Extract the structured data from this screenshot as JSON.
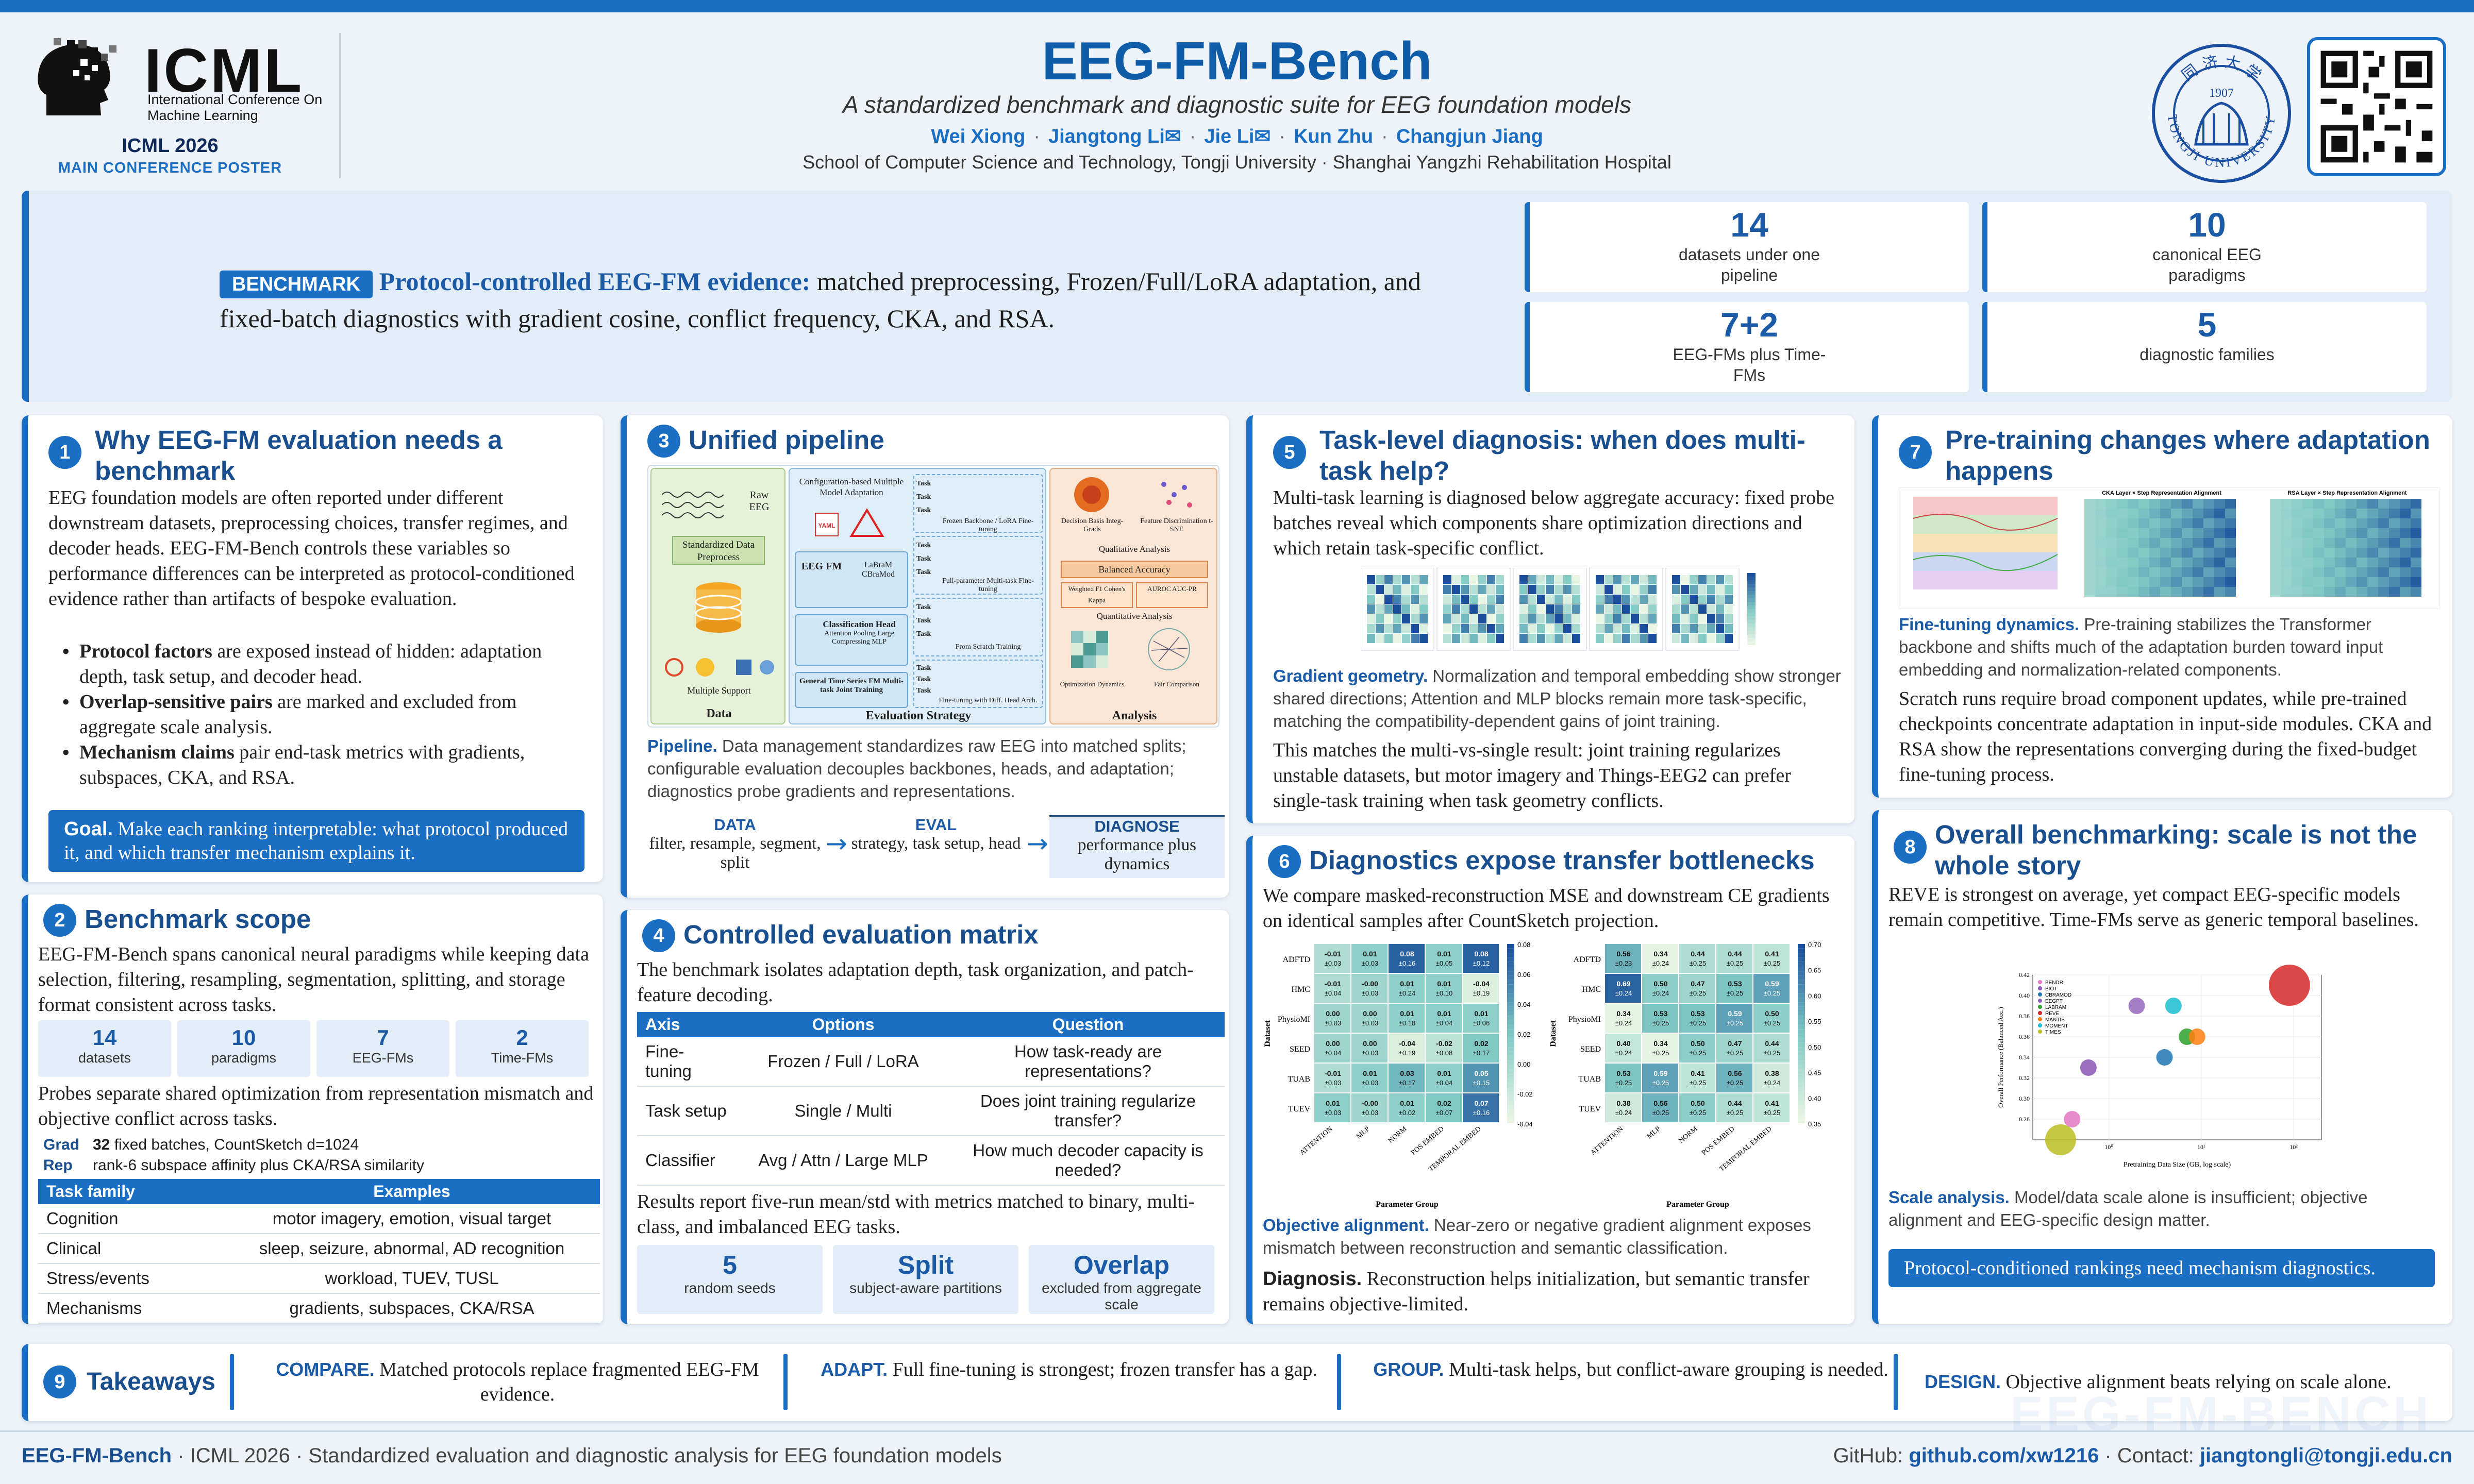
{
  "header": {
    "conference_word": "ICML",
    "conference_full": "International Conference On Machine Learning",
    "conference_year": "ICML 2026",
    "conference_track": "MAIN CONFERENCE POSTER",
    "title": "EEG-FM-Bench",
    "subtitle": "A standardized benchmark and diagnostic suite for EEG foundation models",
    "authors": [
      "Wei Xiong",
      "Jiangtong Li✉",
      "Jie Li✉",
      "Kun Zhu",
      "Changjun Jiang"
    ],
    "affiliation": "School of Computer Science and Technology, Tongji University · Shanghai Yangzhi Rehabilitation Hospital",
    "seal_text": "TONGJI UNIVERSITY",
    "seal_year": "1907",
    "seal_name": "同济大学"
  },
  "banner": {
    "badge": "BENCHMARK",
    "headline": "Protocol-controlled EEG-FM evidence:",
    "text": "matched preprocessing, Frozen/Full/LoRA adaptation, and fixed-batch diagnostics with gradient cosine, conflict frequency, CKA, and RSA.",
    "stats": [
      {
        "value": "14",
        "label": "datasets under one pipeline"
      },
      {
        "value": "10",
        "label": "canonical EEG paradigms"
      },
      {
        "value": "7+2",
        "label": "EEG-FMs plus Time-FMs"
      },
      {
        "value": "5",
        "label": "diagnostic families"
      }
    ]
  },
  "panel1": {
    "num": "1",
    "title": "Why EEG-FM evaluation needs a benchmark",
    "intro": "EEG foundation models are often reported under different downstream datasets, preprocessing choices, transfer regimes, and decoder heads. EEG-FM-Bench controls these variables so performance differences can be interpreted as protocol-conditioned evidence rather than artifacts of bespoke evaluation.",
    "bullets": [
      {
        "bold": "Protocol factors",
        "text": " are exposed instead of hidden: adaptation depth, task setup, and decoder head."
      },
      {
        "bold": "Overlap-sensitive pairs",
        "text": " are marked and excluded from aggregate scale analysis."
      },
      {
        "bold": "Mechanism claims",
        "text": " pair end-task metrics with gradients, subspaces, CKA, and RSA."
      }
    ],
    "goal_label": "Goal.",
    "goal_text": " Make each ranking interpretable: what protocol produced it, and which transfer mechanism explains it."
  },
  "panel2": {
    "num": "2",
    "title": "Benchmark scope",
    "intro": "EEG-FM-Bench spans canonical neural paradigms while keeping data selection, filtering, resampling, segmentation, splitting, and storage format consistent across tasks.",
    "mini_stats": [
      {
        "value": "14",
        "label": "datasets"
      },
      {
        "value": "10",
        "label": "paradigms"
      },
      {
        "value": "7",
        "label": "EEG-FMs"
      },
      {
        "value": "2",
        "label": "Time-FMs"
      }
    ],
    "probe_text": "Probes separate shared optimization from representation mismatch and objective conflict across tasks.",
    "grad_label": "Grad",
    "grad_value": "32",
    "grad_text": " fixed batches, CountSketch d=1024",
    "rep_label": "Rep",
    "rep_text": "rank-6 subspace affinity plus CKA/RSA similarity",
    "table_headers": [
      "Task family",
      "Examples"
    ],
    "table_rows": [
      [
        "Cognition",
        "motor imagery, emotion, visual target"
      ],
      [
        "Clinical",
        "sleep, seizure, abnormal, AD recognition"
      ],
      [
        "Stress/events",
        "workload, TUEV, TUSL"
      ],
      [
        "Mechanisms",
        "gradients, subspaces, CKA/RSA"
      ]
    ]
  },
  "panel3": {
    "num": "3",
    "title": "Unified pipeline",
    "fig": {
      "data_title": "Data",
      "strategy_title": "Evaluation Strategy",
      "analysis_title": "Analysis",
      "raw_eeg": "Raw EEG",
      "std_prep": "Standardized Data Preprocess",
      "multi_support": "Multiple Support",
      "config_label": "Configuration-based Multiple Model Adaptation",
      "yaml": "YAML",
      "eeg_fm": "EEG FM",
      "labram": "LaBraM CBraMod",
      "cls_head": "Classification Head",
      "cls_sub": "Attention Pooling Large Compressing MLP",
      "gtsfm": "General Time Series FM Multi-task Joint Training",
      "task": "Task",
      "frozen": "Frozen Backbone / LoRA Fine-tuning",
      "fullparam": "Full-parameter Multi-task Fine-tuning",
      "scratch": "From Scratch Training",
      "diffhead": "Fine-tuning with Diff. Head Arch.",
      "qual_title": "Qualitative Analysis",
      "decision": "Decision Basis Integ-Grads",
      "feature": "Feature Discrimination t-SNE",
      "balanced": "Balanced Accuracy",
      "wf1": "Weighted F1 Cohen's Kappa",
      "auroc": "AUROC AUC-PR",
      "quant_title": "Quantitative Analysis",
      "optim": "Optimization Dynamics",
      "fair": "Fair Comparison"
    },
    "caption_label": "Pipeline.",
    "caption": " Data management standardizes raw EEG into matched splits; configurable evaluation decouples backbones, heads, and adaptation; diagnostics probe gradients and representations.",
    "flow": [
      {
        "head": "DATA",
        "text": "filter, resample, segment, split"
      },
      {
        "head": "EVAL",
        "text": "strategy, task setup, head"
      },
      {
        "head": "DIAGNOSE",
        "text": "performance plus dynamics"
      }
    ]
  },
  "panel4": {
    "num": "4",
    "title": "Controlled evaluation matrix",
    "intro": "The benchmark isolates adaptation depth, task organization, and patch-feature decoding.",
    "headers": [
      "Axis",
      "Options",
      "Question"
    ],
    "rows": [
      [
        "Fine-tuning",
        "Frozen / Full / LoRA",
        "How task-ready are representations?"
      ],
      [
        "Task setup",
        "Single / Multi",
        "Does joint training regularize transfer?"
      ],
      [
        "Classifier",
        "Avg / Attn / Large MLP",
        "How much decoder capacity is needed?"
      ]
    ],
    "outro": "Results report five-run mean/std with metrics matched to binary, multi-class, and imbalanced EEG tasks.",
    "results": [
      {
        "value": "5",
        "label": "random seeds"
      },
      {
        "value": "Split",
        "label": "subject-aware partitions"
      },
      {
        "value": "Overlap",
        "label": "excluded from aggregate scale"
      }
    ]
  },
  "panel5": {
    "num": "5",
    "title": "Task-level diagnosis: when does multi-task help?",
    "intro": "Multi-task learning is diagnosed below aggregate accuracy: fixed probe batches reveal which components share optimization directions and which retain task-specific conflict.",
    "caption_label": "Gradient geometry.",
    "caption": " Normalization and temporal embedding show stronger shared directions; Attention and MLP blocks remain more task-specific, matching the compatibility-dependent gains of joint training.",
    "outro": "This matches the multi-vs-single result: joint training regularizes unstable datasets, but motor imagery and Things-EEG2 can prefer single-task training when task geometry conflicts."
  },
  "panel6": {
    "num": "6",
    "title": "Diagnostics expose transfer bottlenecks",
    "intro": "We compare masked-reconstruction MSE and downstream CE gradients on identical samples after CountSketch projection.",
    "heatmap_rows": [
      "ADFTD",
      "HMC",
      "PhysioMI",
      "SEED",
      "TUAB",
      "TUEV"
    ],
    "heatmap_cols": [
      "ATTENTION",
      "MLP",
      "NORM",
      "POS EMBED",
      "TEMPORAL EMBED"
    ],
    "heatmap_ylabel": "Dataset",
    "heatmap_xlabel": "Parameter Group",
    "left_cells": [
      [
        "-0.01 ±0.03",
        "0.01 ±0.03",
        "0.08 ±0.16",
        "0.01 ±0.05",
        "0.08 ±0.12"
      ],
      [
        "-0.01 ±0.04",
        "-0.00 ±0.03",
        "0.01 ±0.24",
        "0.01 ±0.10",
        "-0.04 ±0.19"
      ],
      [
        "0.00 ±0.03",
        "0.00 ±0.03",
        "0.01 ±0.18",
        "0.01 ±0.04",
        "0.01 ±0.06"
      ],
      [
        "0.00 ±0.04",
        "0.00 ±0.03",
        "-0.04 ±0.19",
        "-0.02 ±0.08",
        "0.02 ±0.17"
      ],
      [
        "-0.01 ±0.03",
        "0.01 ±0.03",
        "0.03 ±0.17",
        "0.01 ±0.04",
        "0.05 ±0.15"
      ],
      [
        "0.01 ±0.03",
        "-0.00 ±0.03",
        "0.01 ±0.02",
        "0.02 ±0.07",
        "0.07 ±0.16"
      ]
    ],
    "left_scale": [
      "0.08",
      "0.06",
      "0.04",
      "0.02",
      "0.00",
      "-0.02",
      "-0.04"
    ],
    "right_cells": [
      [
        "0.56 ±0.23",
        "0.34 ±0.24",
        "0.44 ±0.25",
        "0.44 ±0.25",
        "0.41 ±0.25"
      ],
      [
        "0.69 ±0.24",
        "0.50 ±0.24",
        "0.47 ±0.25",
        "0.53 ±0.25",
        "0.59 ±0.25"
      ],
      [
        "0.34 ±0.24",
        "0.53 ±0.25",
        "0.53 ±0.25",
        "0.59 ±0.25",
        "0.50 ±0.25"
      ],
      [
        "0.40 ±0.24",
        "0.34 ±0.25",
        "0.50 ±0.25",
        "0.47 ±0.25",
        "0.44 ±0.25"
      ],
      [
        "0.53 ±0.25",
        "0.59 ±0.25",
        "0.41 ±0.25",
        "0.56 ±0.25",
        "0.38 ±0.24"
      ],
      [
        "0.38 ±0.24",
        "0.56 ±0.25",
        "0.50 ±0.25",
        "0.44 ±0.25",
        "0.41 ±0.25"
      ]
    ],
    "right_scale": [
      "0.70",
      "0.65",
      "0.60",
      "0.55",
      "0.50",
      "0.45",
      "0.40",
      "0.35"
    ],
    "caption_label": "Objective alignment.",
    "caption": " Near-zero or negative gradient alignment exposes mismatch between reconstruction and semantic classification.",
    "diag_label": "Diagnosis.",
    "diag_text": " Reconstruction helps initialization, but semantic transfer remains objective-limited."
  },
  "panel7": {
    "num": "7",
    "title": "Pre-training changes where adaptation happens",
    "fig_cka_title": "CKA Layer × Step Representation Alignment",
    "fig_rsa_title": "RSA Layer × Step Representation Alignment",
    "caption_label": "Fine-tuning dynamics.",
    "caption": " Pre-training stabilizes the Transformer backbone and shifts much of the adaptation burden toward input embedding and normalization-related components.",
    "outro": "Scratch runs require broad component updates, while pre-trained checkpoints concentrate adaptation in input-side modules. CKA and RSA show the representations converging during the fixed-budget fine-tuning process."
  },
  "panel8": {
    "num": "8",
    "title": "Overall benchmarking: scale is not the whole story",
    "intro": "REVE is strongest on average, yet compact EEG-specific models remain competitive. Time-FMs serve as generic temporal baselines.",
    "chart_data": {
      "type": "scatter",
      "xlabel": "Pretraining Data Size (GB, log scale)",
      "ylabel": "Overall Performance (Balanced Acc.)",
      "series": [
        {
          "name": "BENDR",
          "color": "#e377c2",
          "x": 0.4,
          "y": 0.28
        },
        {
          "name": "BIOT",
          "color": "#8c56b4",
          "x": 0.6,
          "y": 0.33
        },
        {
          "name": "CBRAMOD",
          "color": "#1f77b4",
          "x": 4,
          "y": 0.34
        },
        {
          "name": "EEGPT",
          "color": "#9467bd",
          "x": 2,
          "y": 0.39
        },
        {
          "name": "LABRAM",
          "color": "#2ca02c",
          "x": 7,
          "y": 0.36
        },
        {
          "name": "REVE",
          "color": "#d62728",
          "x": 90,
          "y": 0.41
        },
        {
          "name": "MANTIS",
          "color": "#ff7f0e",
          "x": 9,
          "y": 0.36
        },
        {
          "name": "MOMENT",
          "color": "#17becf",
          "x": 5,
          "y": 0.39
        },
        {
          "name": "TIMES",
          "color": "#bcbd22",
          "x": 0.3,
          "y": 0.26
        }
      ],
      "ylim": [
        0.26,
        0.42
      ],
      "y_ticks": [
        "0.42",
        "0.40",
        "0.38",
        "0.36",
        "0.34",
        "0.32",
        "0.30",
        "0.28"
      ],
      "x_ticks": [
        "10⁰",
        "10¹",
        "10²"
      ],
      "xscale": "log",
      "legend": "top-left"
    },
    "caption_label": "Scale analysis.",
    "caption": " Model/data scale alone is insufficient; objective alignment and EEG-specific design matter.",
    "callout": "Protocol-conditioned rankings need mechanism diagnostics."
  },
  "takeaways": {
    "num": "9",
    "title": "Takeaways",
    "items": [
      {
        "label": "COMPARE.",
        "text": "Matched protocols replace fragmented EEG-FM evidence."
      },
      {
        "label": "ADAPT.",
        "text": "Full fine-tuning is strongest; frozen transfer has a gap."
      },
      {
        "label": "GROUP.",
        "text": "Multi-task helps, but conflict-aware grouping is needed."
      },
      {
        "label": "DESIGN.",
        "text": "Objective alignment beats relying on scale alone."
      }
    ],
    "watermark": "EEG-FM-BENCH"
  },
  "footer": {
    "name": "EEG-FM-Bench",
    "rest": " · ICML 2026 · Standardized evaluation and diagnostic analysis for EEG foundation models",
    "github_label": "GitHub: ",
    "github": "github.com/xw1216",
    "contact_label": "Contact: ",
    "contact": "jiangtongli@tongji.edu.cn"
  },
  "colors": {
    "accent": "#1a6fc4",
    "dark": "#1a4f8f",
    "light": "#e3edf8"
  }
}
